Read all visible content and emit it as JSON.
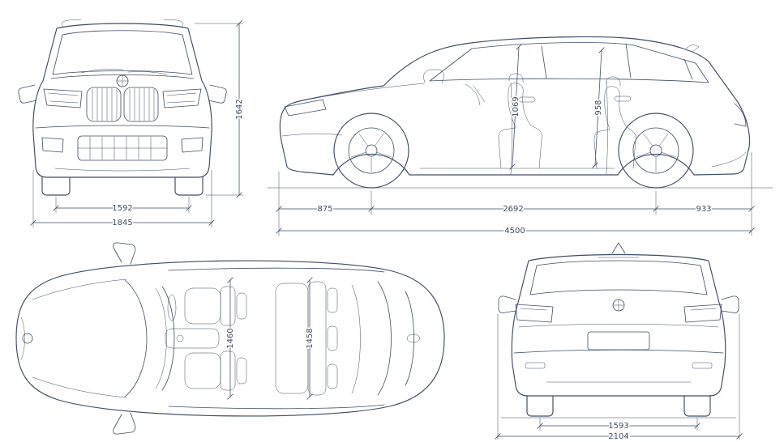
{
  "colors": {
    "line": "#3d4d63",
    "background": "#ffffff"
  },
  "views": {
    "front": {
      "dims": {
        "track_width": "1592",
        "overall_width": "1845",
        "height": "1642"
      }
    },
    "side": {
      "dims": {
        "headroom_front": "1069",
        "headroom_rear": "958",
        "overhang_front": "875",
        "wheelbase": "2692",
        "overhang_rear": "933",
        "overall_length": "4500"
      }
    },
    "top": {
      "dims": {
        "interior_width_front": "1460",
        "interior_width_rear": "1458"
      }
    },
    "rear": {
      "dims": {
        "track_rear": "1593",
        "width_with_mirrors": "2104"
      }
    }
  }
}
